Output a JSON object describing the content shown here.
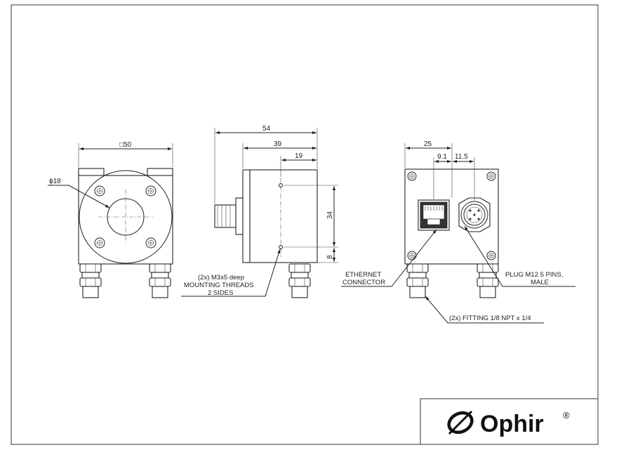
{
  "front_view": {
    "width_label": "□50",
    "aperture_label": "ϕ18"
  },
  "side_view": {
    "overall_length": "54",
    "body_length": "39",
    "thread_offset": "19",
    "thread_spacing": "34",
    "edge_offset": "8",
    "thread_note": [
      "(2x) M3x5 deep",
      "MOUNTING THREADS",
      "2 SIDES"
    ]
  },
  "rear_view": {
    "width_dim": "25",
    "dim_9_1": "9.1",
    "dim_11_5": "11.5",
    "ethernet_label": [
      "ETHERNET",
      "CONNECTOR"
    ],
    "plug_label": [
      "PLUG M12 5 PINS,",
      "MALE"
    ],
    "fitting_label": "(2x) FITTING 1/8 NPT x 1/4"
  },
  "logo": {
    "brand": "Ophir",
    "reg_mark": "®"
  }
}
